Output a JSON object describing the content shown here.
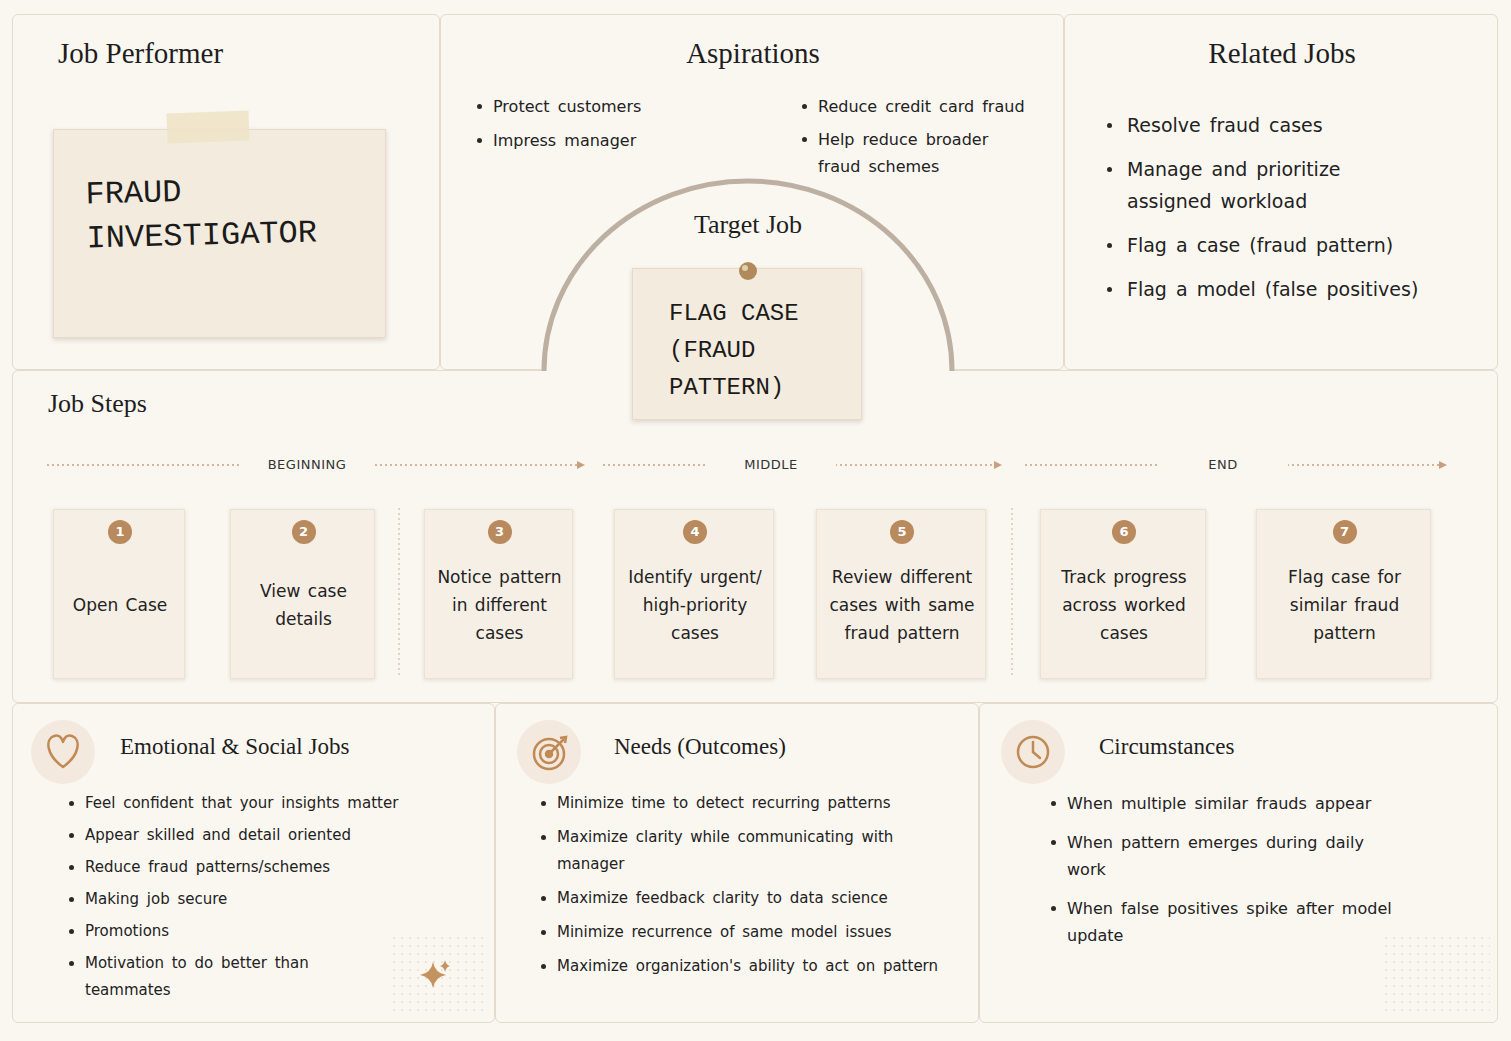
{
  "diagram": {
    "nodes": [
      {
        "text": [
          "Job Performer"
        ]
      },
      {
        "text": [
          "FRAUD INVESTIGATOR"
        ],
        "in": 0
      },
      {
        "text": [
          "Aspirations",
          "Protect customers",
          "Impress manager",
          "Reduce credit card fraud",
          "Help reduce broader fraud schemes"
        ]
      },
      {
        "text": [
          "Target Job"
        ]
      },
      {
        "text": [
          "FLAG CASE (FRAUD PATTERN)"
        ],
        "in": 3
      },
      {
        "text": [
          "Related Jobs",
          "Resolve fraud cases",
          "Manage and prioritize assigned workload",
          "Flag a case (fraud pattern)",
          "Flag a model (false positives)"
        ]
      },
      {
        "text": [
          "Job Steps"
        ]
      },
      {
        "text": [
          "Open Case"
        ],
        "in": 6
      },
      {
        "text": [
          "1"
        ],
        "in": 7
      },
      {
        "text": [
          "View case details"
        ],
        "in": 6
      },
      {
        "text": [
          "2"
        ],
        "in": 9
      },
      {
        "text": [
          "Notice pattern in different cases"
        ],
        "in": 6
      },
      {
        "text": [
          "3"
        ],
        "in": 11
      },
      {
        "text": [
          "Identify urgent/ high-priority cases"
        ],
        "in": 6
      },
      {
        "text": [
          "4"
        ],
        "in": 13
      },
      {
        "text": [
          "Review different cases with same fraud pattern"
        ],
        "in": 6
      },
      {
        "text": [
          "5"
        ],
        "in": 15
      },
      {
        "text": [
          "Track progress across worked cases"
        ],
        "in": 6
      },
      {
        "text": [
          "6"
        ],
        "in": 17
      },
      {
        "text": [
          "Flag case for similar fraud pattern"
        ],
        "in": 6
      },
      {
        "text": [
          "7"
        ],
        "in": 19
      },
      {
        "text": [
          "Emotional & Social Jobs",
          "Feel confident that your insights matter",
          "Appear skilled and detail oriented",
          "Reduce fraud patterns/schemes",
          "Making job secure",
          "Promotions",
          "Motivation to do better than teammates"
        ]
      },
      {
        "text": [
          "Needs (Outcomes)",
          "Minimize time to detect recurring patterns",
          "Maximize clarity while communicating with manager",
          "Maximize feedback clarity to data science",
          "Minimize recurrence of same model issues",
          "Maximize organization's ability to act on pattern"
        ]
      },
      {
        "text": [
          "Circumstances",
          "When multiple similar frauds appear",
          "When pattern emerges during daily work",
          "When false positives spike after model update"
        ]
      }
    ],
    "labels": [
      "BEGINNING",
      "MIDDLE",
      "END"
    ]
  }
}
